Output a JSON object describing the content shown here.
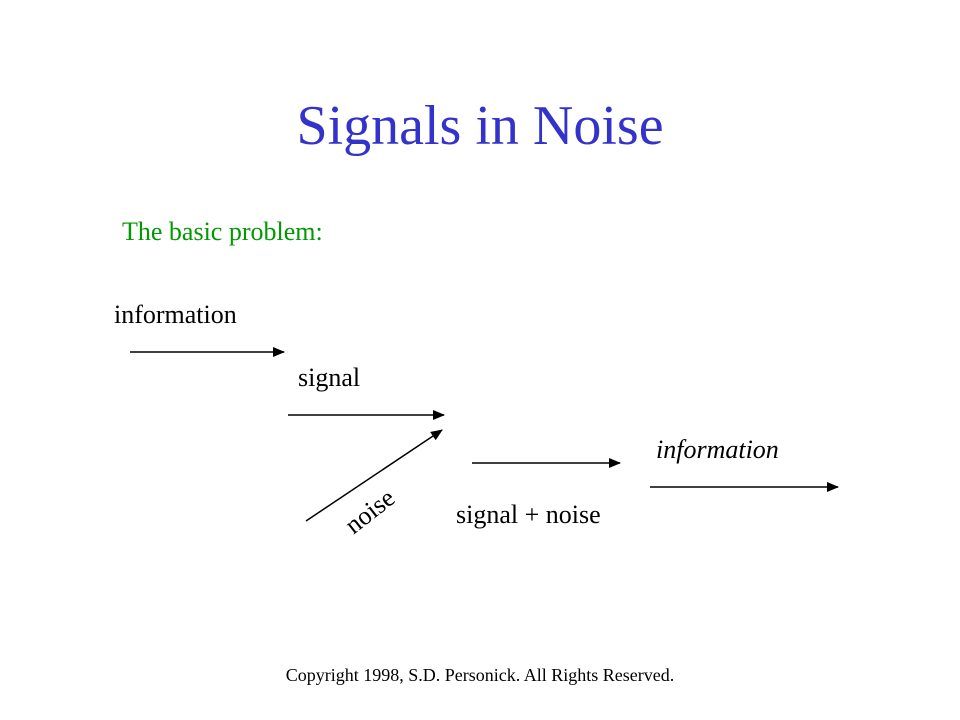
{
  "title": "Signals in Noise",
  "subtitle": "The basic problem:",
  "labels": {
    "information": "information",
    "signal": "signal",
    "noise": "noise",
    "signal_plus_noise": "signal + noise",
    "information_out": "information"
  },
  "footer": "Copyright 1998, S.D. Personick.  All Rights Reserved.",
  "colors": {
    "title": "#3333cc",
    "subtitle": "#009900",
    "text": "#000000"
  }
}
